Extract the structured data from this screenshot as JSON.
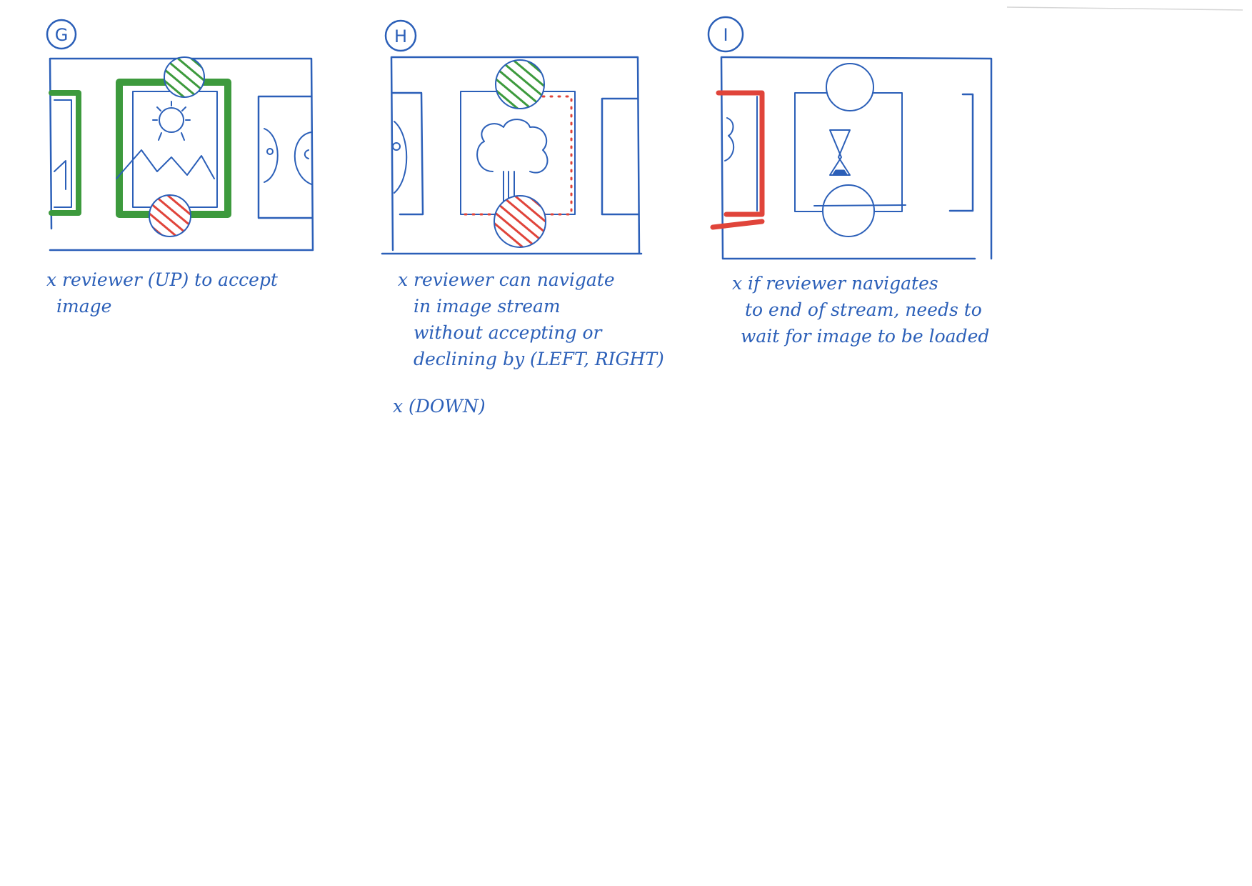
{
  "colors": {
    "ink_blue": "#2b5fb8",
    "accept_green": "#3d9a3d",
    "decline_red": "#e0443a",
    "paper": "#ffffff"
  },
  "panels": [
    {
      "id": "G",
      "label": "G",
      "note_lines": [
        "x reviewer (UP) to accept",
        "image"
      ]
    },
    {
      "id": "H",
      "label": "H",
      "note_lines": [
        "x reviewer can navigate",
        "in image stream",
        "without accepting or",
        "declining by (LEFT, RIGHT)"
      ],
      "note_extra": "x (DOWN)"
    },
    {
      "id": "I",
      "label": "I",
      "note_lines": [
        "x if reviewer navigates",
        "to end of stream, needs to",
        "wait for image to be loaded"
      ]
    }
  ]
}
